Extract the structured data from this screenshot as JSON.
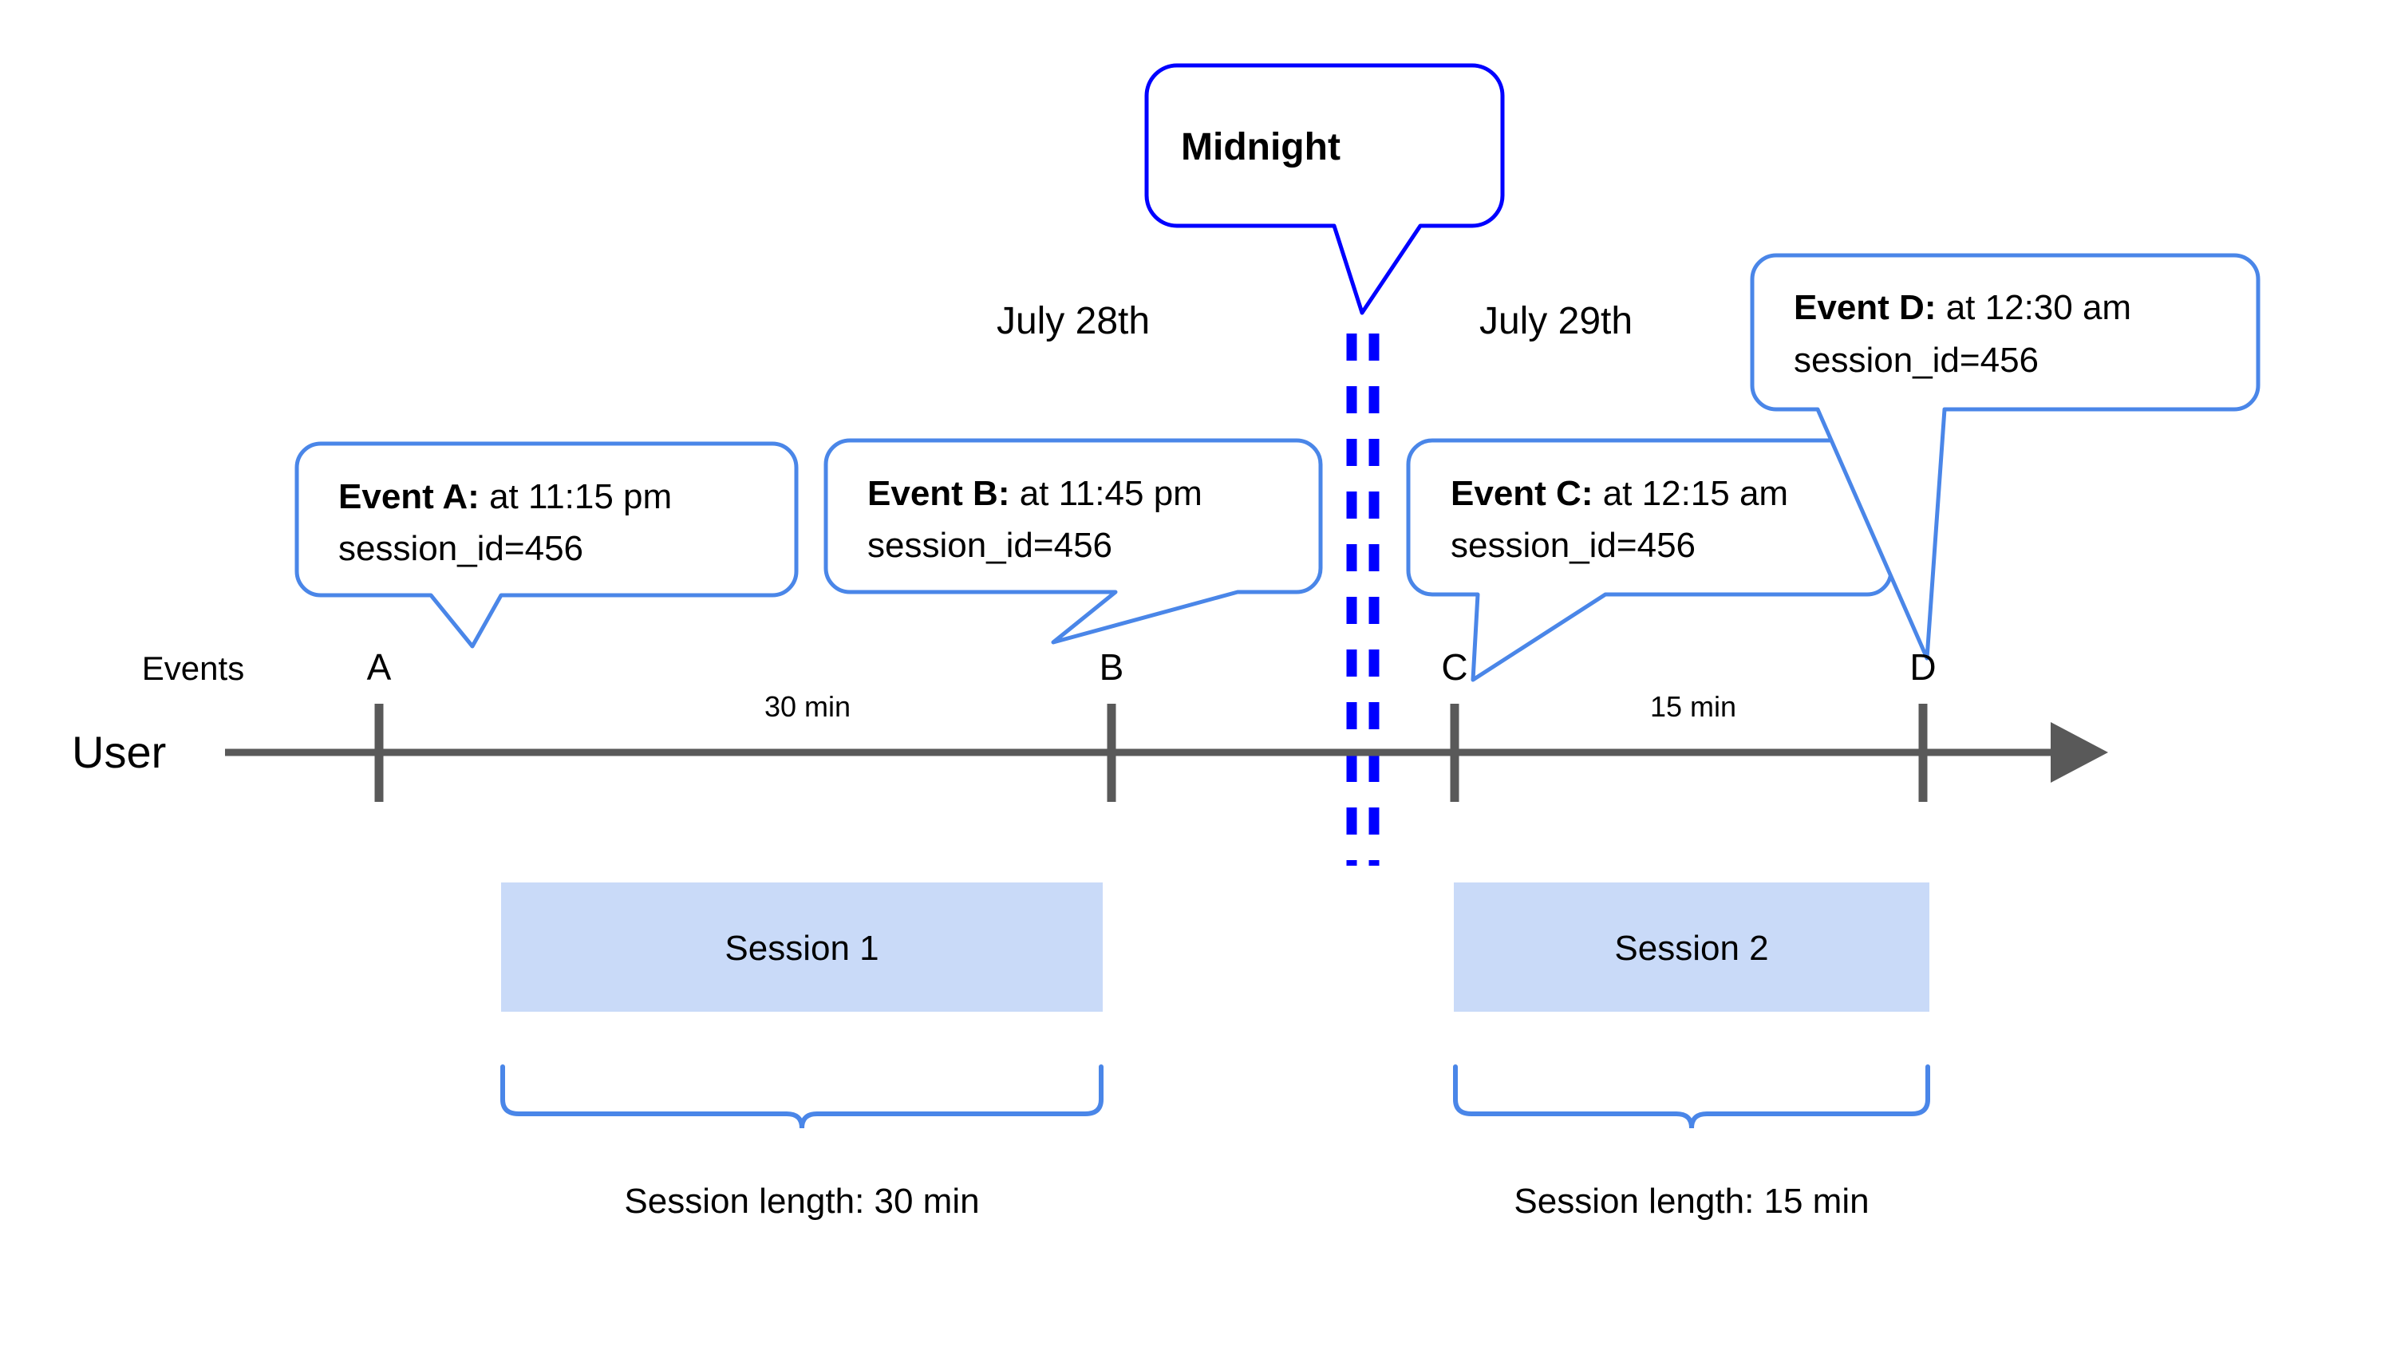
{
  "diagram": {
    "title_hidden": "",
    "axis": {
      "user_label": "User",
      "events_label": "Events",
      "arrow_icon_name": "arrow-right-icon",
      "line_color": "#595959"
    },
    "dates": {
      "left": "July 28th",
      "right": "July 29th"
    },
    "midnight": {
      "label": "Midnight",
      "border_color": "#0000FF",
      "divider_color": "#0000FF"
    },
    "ticks": [
      {
        "letter": "A"
      },
      {
        "letter": "B"
      },
      {
        "letter": "C"
      },
      {
        "letter": "D"
      }
    ],
    "intervals": [
      {
        "label": "30 min"
      },
      {
        "label": "15 min"
      }
    ],
    "callouts": [
      {
        "title": "Event A:",
        "time": " at 11:15 pm",
        "detail": "session_id=456"
      },
      {
        "title": "Event B:",
        "time": " at 11:45 pm",
        "detail": "session_id=456"
      },
      {
        "title": "Event C:",
        "time": " at 12:15 am",
        "detail": "session_id=456"
      },
      {
        "title": "Event D:",
        "time": " at 12:30 am",
        "detail": "session_id=456"
      }
    ],
    "callout_border_color": "#4A86E8",
    "sessions": [
      {
        "box_label": "Session 1",
        "length_label": "Session length: 30 min",
        "fill": "#C9DAF8"
      },
      {
        "box_label": "Session 2",
        "length_label": "Session length: 15 min",
        "fill": "#C9DAF8"
      }
    ],
    "brace_color": "#4A86E8"
  }
}
